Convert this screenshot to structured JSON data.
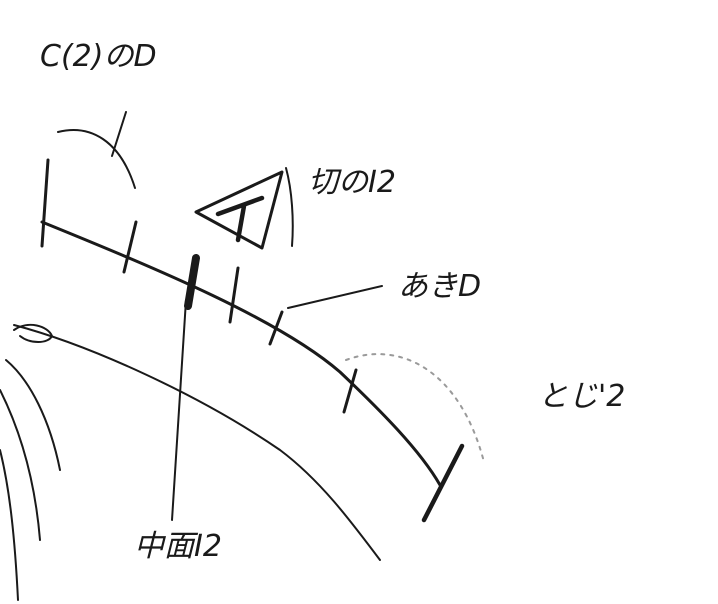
{
  "labels": {
    "top_left": "C(2)のD",
    "top_right": "切のI2",
    "middle_right": "あきD",
    "far_right": "とじ'2",
    "bottom": "中面I2"
  }
}
